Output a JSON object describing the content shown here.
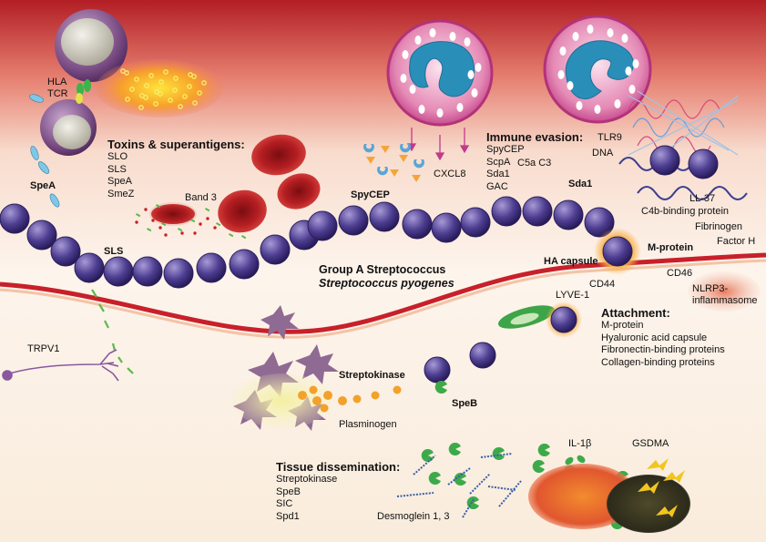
{
  "labels": {
    "hla": "HLA",
    "tcr": "TCR",
    "spea": "SpeA",
    "sls": "SLS",
    "band3": "Band 3",
    "trpv1": "TRPV1",
    "spycep": "SpyCEP",
    "cxcl8": "CXCL8",
    "c5a_c3": "C5a C3",
    "sda1": "Sda1",
    "tlr9": "TLR9",
    "dna": "DNA",
    "ll37": "LL-37",
    "c4b": "C4b-binding protein",
    "fibrinogen": "Fibrinogen",
    "factor_h": "Factor H",
    "m_protein": "M-protein",
    "ha_capsule": "HA capsule",
    "cd44": "CD44",
    "cd46": "CD46",
    "lyve1": "LYVE-1",
    "nlrp3": "NLRP3-\ninflammasome",
    "gas_title": "Group A Streptococcus",
    "gas_species": "Streptococcus pyogenes",
    "streptokinase": "Streptokinase",
    "plasminogen": "Plasminogen",
    "speb": "SpeB",
    "il1b": "IL-1β",
    "gsdma": "GSDMA",
    "desmoglein": "Desmoglein 1, 3"
  },
  "sections": {
    "toxins": {
      "title": "Toxins & superantigens:",
      "items": [
        "SLO",
        "SLS",
        "SpeA",
        "SmeZ"
      ]
    },
    "immune_evasion": {
      "title": "Immune evasion:",
      "items": [
        "SpyCEP",
        "ScpA",
        "Sda1",
        "GAC"
      ]
    },
    "attachment": {
      "title": "Attachment:",
      "items": [
        "M-protein",
        "Hyaluronic acid capsule",
        "Fibronectin-binding proteins",
        "Collagen-binding proteins"
      ]
    },
    "dissemination": {
      "title": "Tissue dissemination:",
      "items": [
        "Streptokinase",
        "SpeB",
        "SIC",
        "Spd1"
      ]
    }
  },
  "colors": {
    "blood_top": "#c0262b",
    "tissue": "#fbeee0",
    "bacteria": "#4a3a8c",
    "membrane": "#c8202a",
    "neutrophil_ring": "#c23a8a",
    "nucleus": "#2a8fb8",
    "rbc": "#b41e22",
    "toxin_green": "#55b545"
  }
}
